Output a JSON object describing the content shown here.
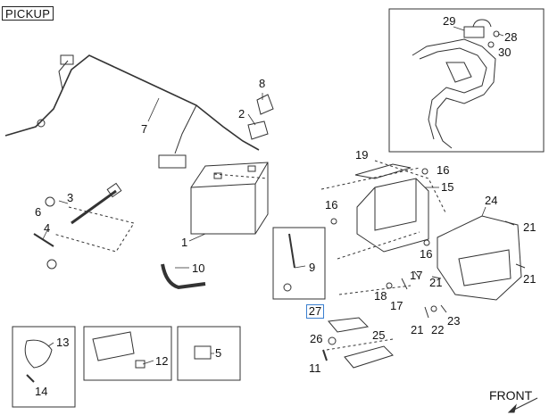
{
  "title": "PICKUP",
  "front_label": "FRONT",
  "highlighted_part": "27",
  "part_numbers": {
    "p1": "1",
    "p2": "2",
    "p3": "3",
    "p4": "4",
    "p5": "5",
    "p6": "6",
    "p7": "7",
    "p8": "8",
    "p9": "9",
    "p10": "10",
    "p11": "11",
    "p12": "12",
    "p13": "13",
    "p14": "14",
    "p15": "15",
    "p16a": "16",
    "p16b": "16",
    "p16c": "16",
    "p17a": "17",
    "p17b": "17",
    "p18": "18",
    "p19": "19",
    "p21a": "21",
    "p21b": "21",
    "p21c": "21",
    "p21d": "21",
    "p22": "22",
    "p23": "23",
    "p24": "24",
    "p25": "25",
    "p26": "26",
    "p28": "28",
    "p29": "29",
    "p30": "30"
  },
  "colors": {
    "line": "#333333",
    "highlight_border": "#3a7fd0"
  }
}
